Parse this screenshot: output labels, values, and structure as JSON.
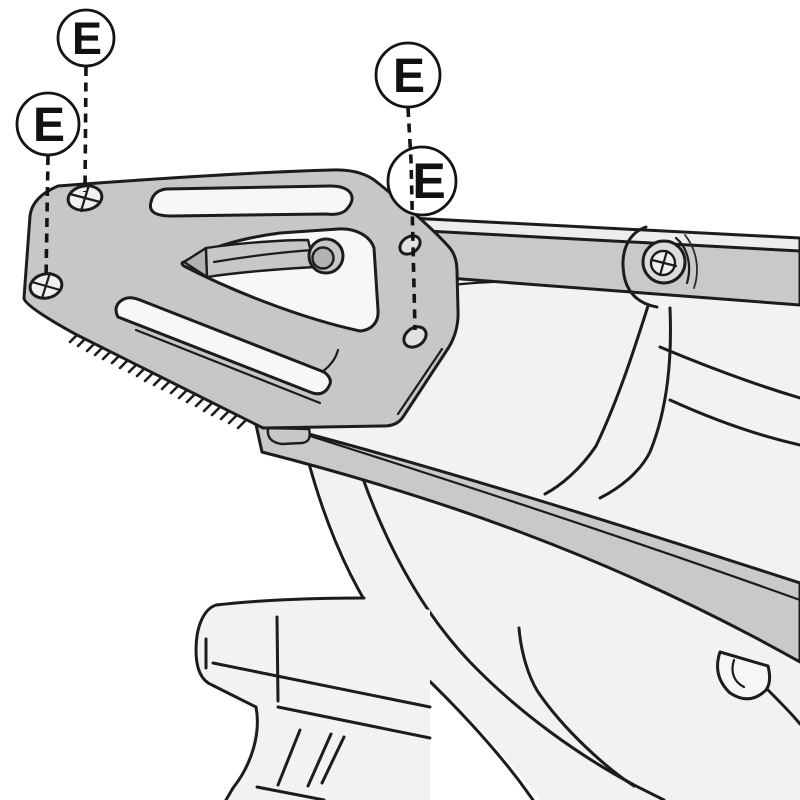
{
  "diagram": {
    "callouts": [
      {
        "id": "e-top-left",
        "label": "E"
      },
      {
        "id": "e-mid-left",
        "label": "E"
      },
      {
        "id": "e-top-right",
        "label": "E"
      },
      {
        "id": "e-mid-right",
        "label": "E"
      }
    ],
    "colors": {
      "outline": "#1c1c1c",
      "plate_fill": "#c7c7c7",
      "bar_fill": "#c9c9c9",
      "body_fill": "#f2f2f2",
      "cutout_fill": "#f7f7f7",
      "strip_fill": "#ededed",
      "dark_metal_fill": "#b2b2b2",
      "background": "#ffffff",
      "callout_fill": "#ffffff",
      "label_color": "#111111"
    }
  }
}
